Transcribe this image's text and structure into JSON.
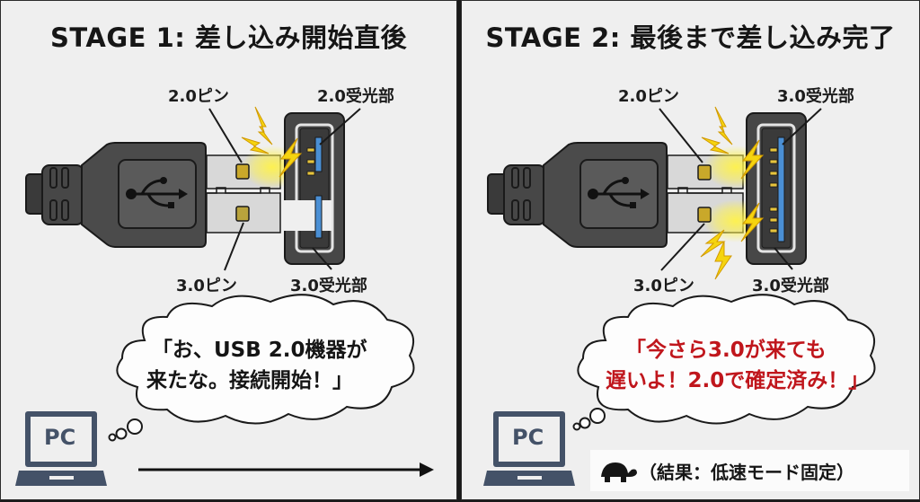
{
  "stage1": {
    "title": "STAGE 1: 差し込み開始直後",
    "labels": {
      "pin_top": "2.0ピン",
      "pin_bottom": "3.0ピン",
      "port_top": "2.0受光部",
      "port_bottom": "3.0受光部"
    },
    "bubble": {
      "line1": "「お、USB 2.0機器が",
      "line2": "来たな。接続開始！」",
      "color": "#151515"
    },
    "pc_label": "PC",
    "arrow_icon": "right-arrow"
  },
  "stage2": {
    "title": "STAGE 2: 最後まで差し込み完了",
    "labels": {
      "pin_top": "2.0ピン",
      "pin_bottom": "3.0ピン",
      "port_top": "3.0受光部",
      "port_bottom": "3.0受光部"
    },
    "bubble": {
      "line1": "「今さら3.0が来ても",
      "line2": "遅いよ！2.0で確定済み！」",
      "color": "#c0161c"
    },
    "pc_label": "PC",
    "result": {
      "icon": "turtle-icon",
      "text": "（結果：低速モード固定）"
    }
  },
  "colors": {
    "connector": "#4b4b4b",
    "connector_dark": "#2e2e2e",
    "metal": "#d6d6d6",
    "pin_gold": "#c9a82a",
    "port_blue": "#4a8fd4",
    "spark": "#f5d40f",
    "pc_icon": "#445268"
  }
}
